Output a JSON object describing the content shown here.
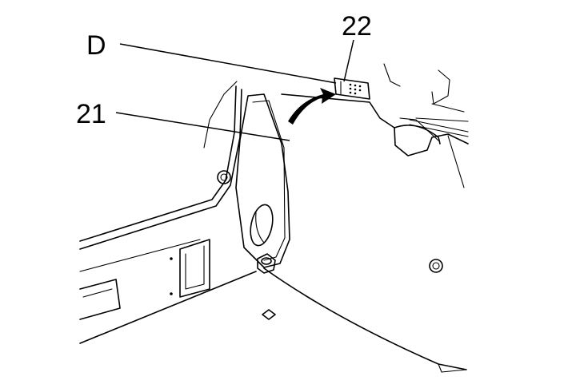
{
  "callouts": {
    "d": "D",
    "label_22": "22",
    "label_21": "21"
  },
  "colors": {
    "line": "#000000",
    "background": "#ffffff"
  }
}
